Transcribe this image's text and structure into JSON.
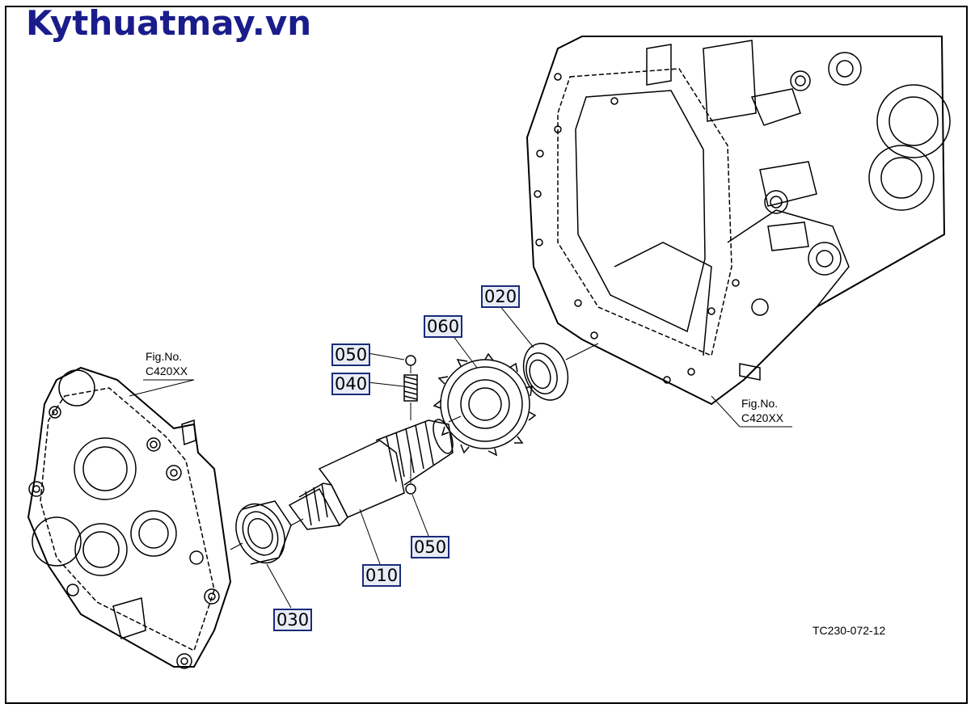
{
  "brand": "Kythuatmay.vn",
  "drawing_code": "TC230-072-12",
  "figure_refs": [
    {
      "line1": "Fig.No.",
      "line2": "C420XX"
    },
    {
      "line1": "Fig.No.",
      "line2": "C420XX"
    }
  ],
  "callouts": {
    "c010": "010",
    "c020": "020",
    "c030": "030",
    "c040": "040",
    "c050_top": "050",
    "c050_bottom": "050",
    "c060": "060"
  },
  "colors": {
    "brand": "#1a1c8c",
    "callout_fill": "#e8ecf6",
    "callout_border": "#1a2b7a"
  }
}
